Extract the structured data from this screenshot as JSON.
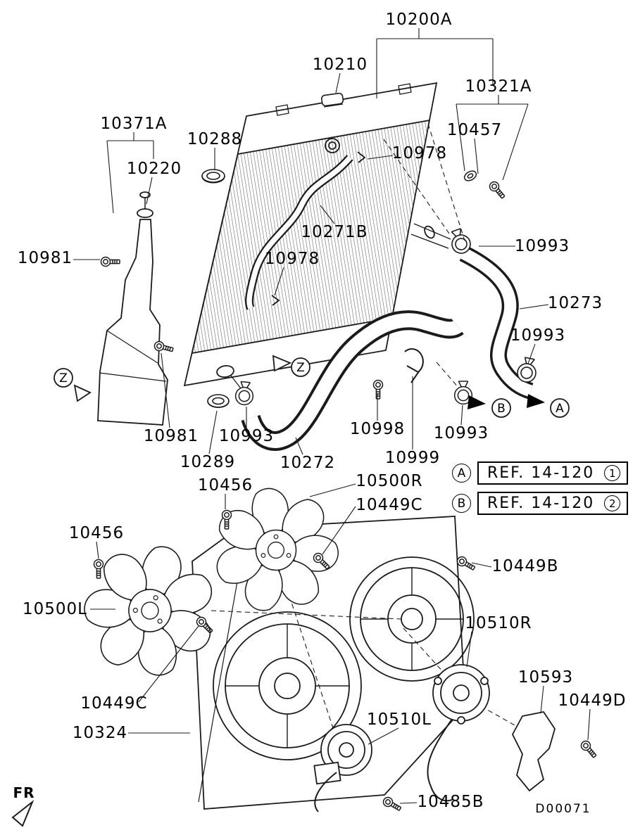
{
  "meta": {
    "drawing_code": "D00071",
    "direction_label": "FR"
  },
  "part_labels": [
    {
      "id": "10200A",
      "text": "10200A"
    },
    {
      "id": "10210",
      "text": "10210"
    },
    {
      "id": "10321A",
      "text": "10321A"
    },
    {
      "id": "10457",
      "text": "10457"
    },
    {
      "id": "10371A",
      "text": "10371A"
    },
    {
      "id": "10288",
      "text": "10288"
    },
    {
      "id": "10220",
      "text": "10220"
    },
    {
      "id": "10978-upper",
      "text": "10978"
    },
    {
      "id": "10271B",
      "text": "10271B"
    },
    {
      "id": "10978-lower",
      "text": "10978"
    },
    {
      "id": "10993-upper-right",
      "text": "10993"
    },
    {
      "id": "10981-upper",
      "text": "10981"
    },
    {
      "id": "10273",
      "text": "10273"
    },
    {
      "id": "10993-right",
      "text": "10993"
    },
    {
      "id": "10981-lower",
      "text": "10981"
    },
    {
      "id": "10993-lower-left",
      "text": "10993"
    },
    {
      "id": "10289",
      "text": "10289"
    },
    {
      "id": "10272",
      "text": "10272"
    },
    {
      "id": "10998",
      "text": "10998"
    },
    {
      "id": "10999",
      "text": "10999"
    },
    {
      "id": "10993-lower-mid",
      "text": "10993"
    },
    {
      "id": "10456-upper",
      "text": "10456"
    },
    {
      "id": "10500R",
      "text": "10500R"
    },
    {
      "id": "10449C-upper",
      "text": "10449C"
    },
    {
      "id": "10456-left",
      "text": "10456"
    },
    {
      "id": "10449B",
      "text": "10449B"
    },
    {
      "id": "10500L",
      "text": "10500L"
    },
    {
      "id": "10510R",
      "text": "10510R"
    },
    {
      "id": "10593",
      "text": "10593"
    },
    {
      "id": "10449D",
      "text": "10449D"
    },
    {
      "id": "10449C-lower",
      "text": "10449C"
    },
    {
      "id": "10324",
      "text": "10324"
    },
    {
      "id": "10510L",
      "text": "10510L"
    },
    {
      "id": "10485B",
      "text": "10485B"
    }
  ],
  "ref_notes": [
    {
      "badge": "A",
      "text": "REF. 14-120",
      "number": "1"
    },
    {
      "badge": "B",
      "text": "REF. 14-120",
      "number": "2"
    }
  ],
  "view_markers": {
    "z_left": "Z",
    "z_center": "Z",
    "b_circle": "B",
    "a_circle": "A"
  }
}
